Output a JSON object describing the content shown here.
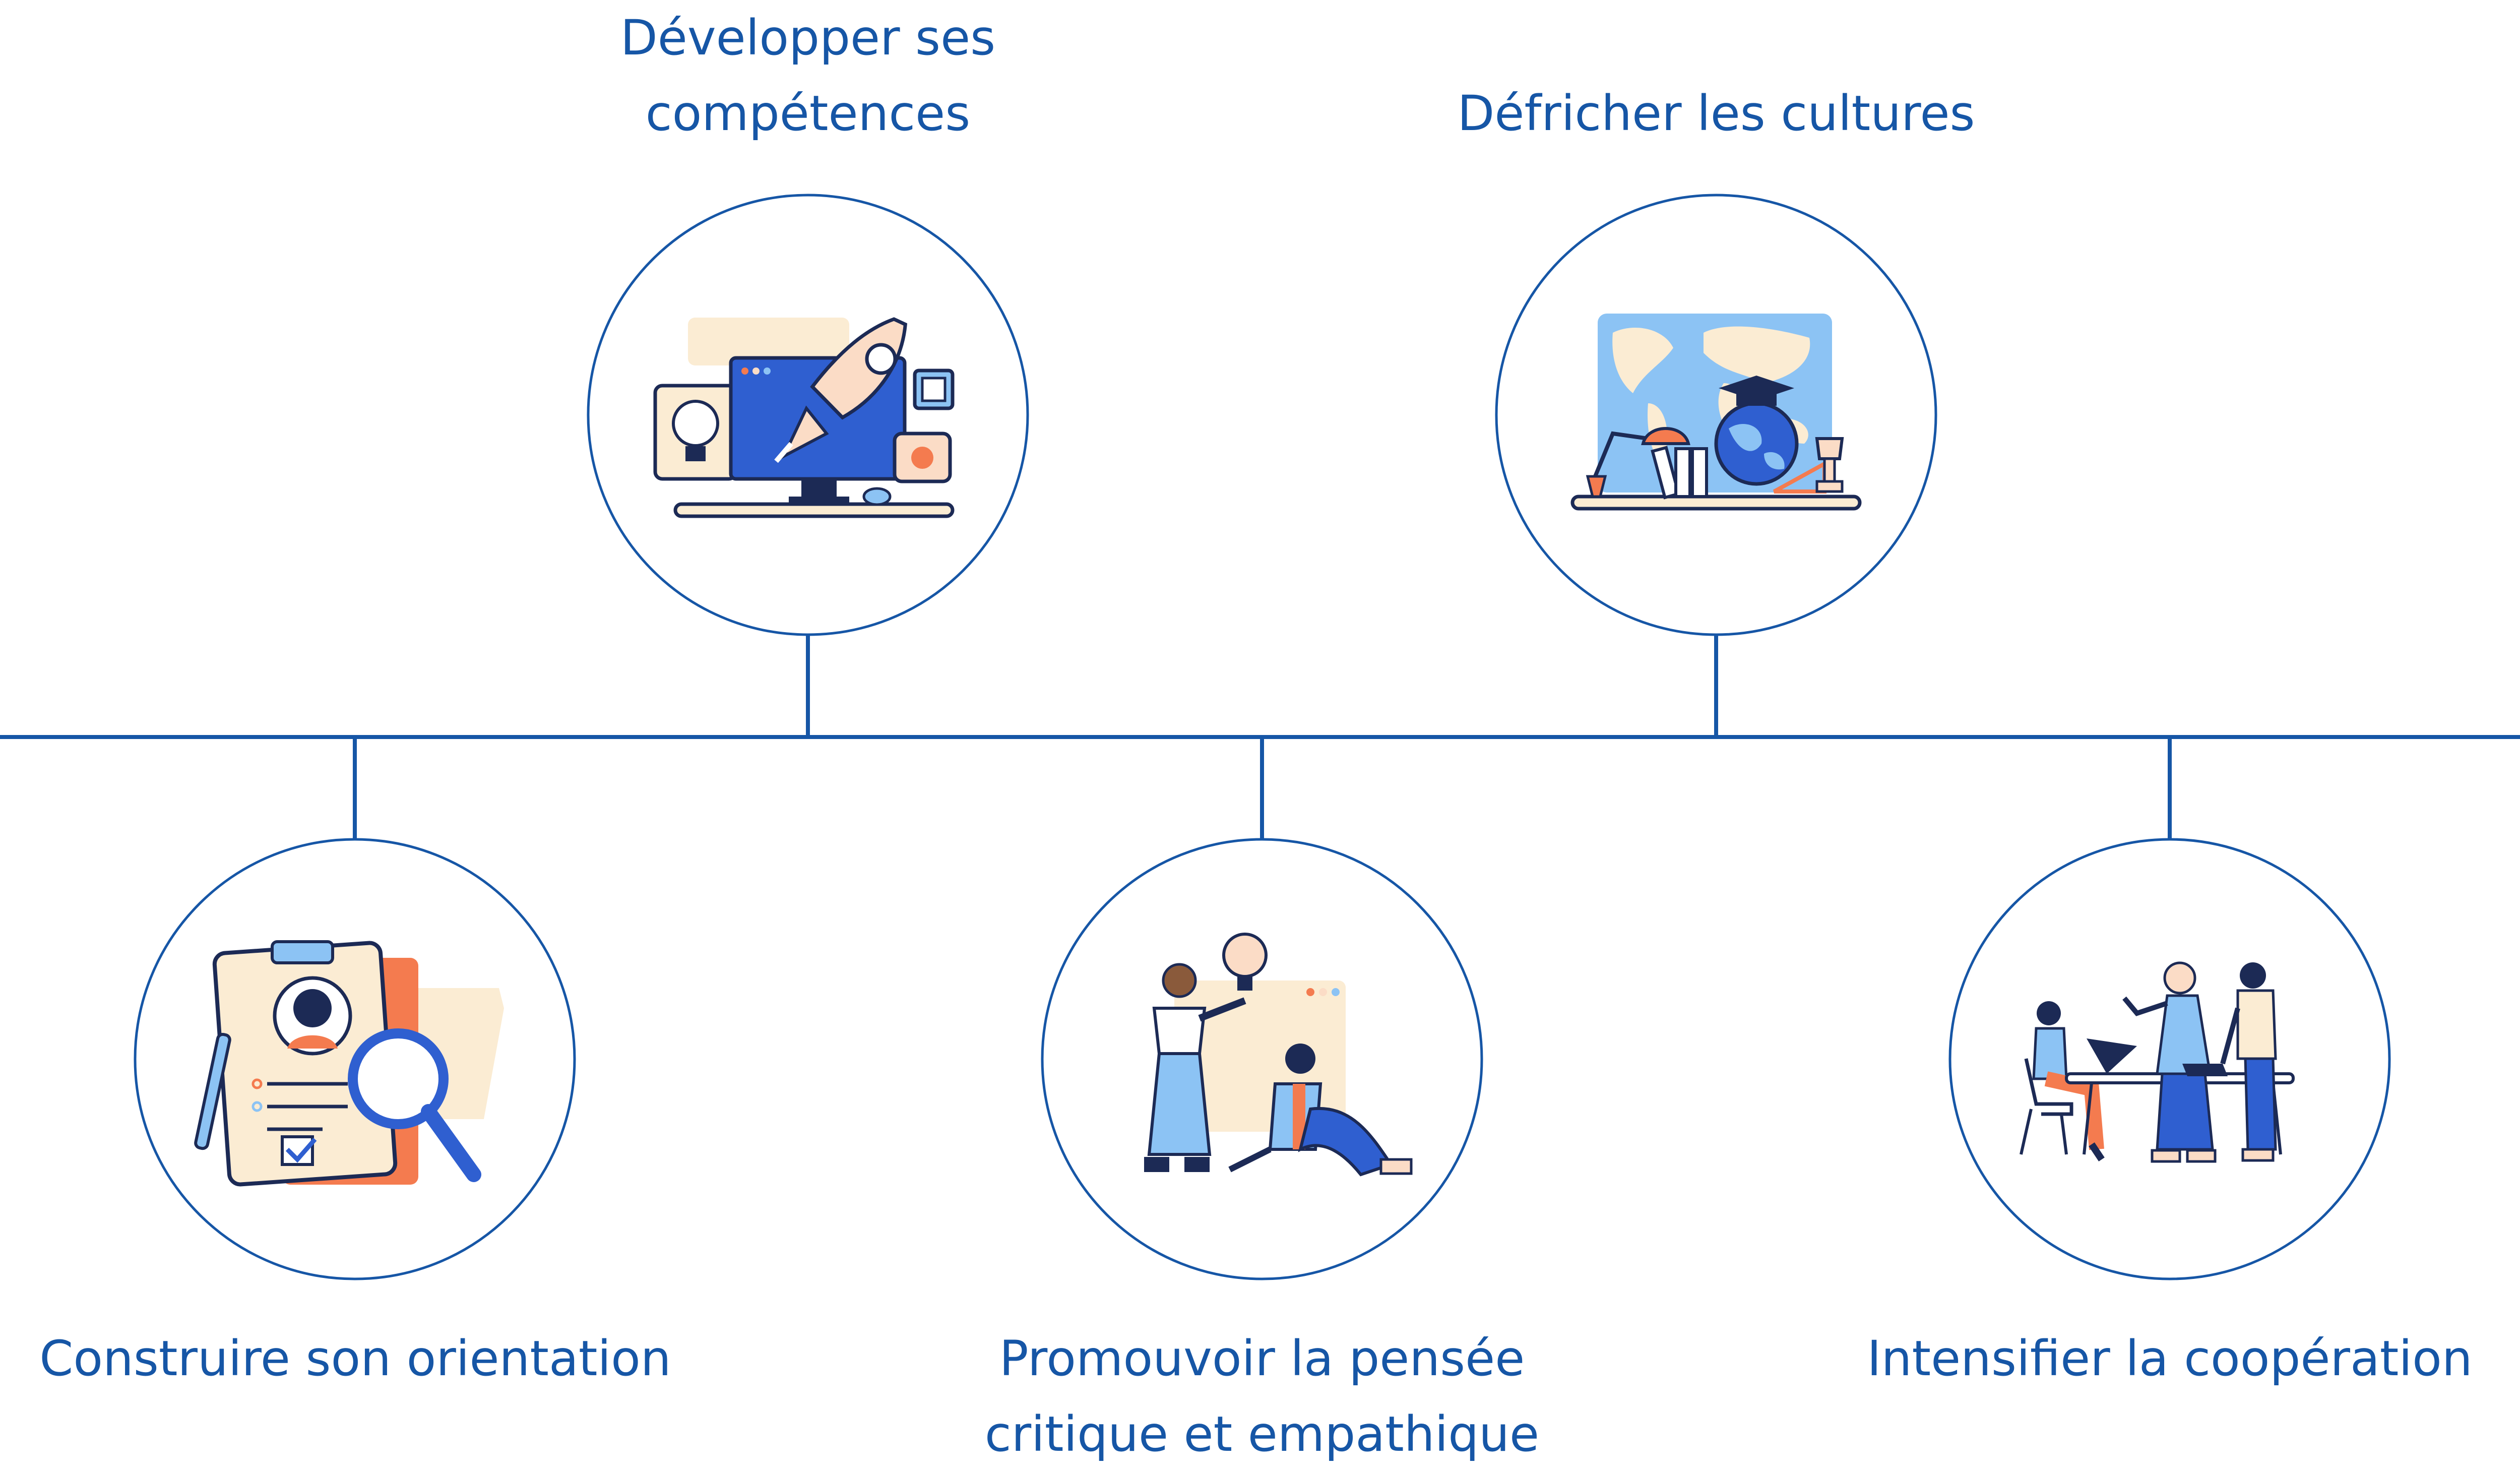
{
  "colors": {
    "primary": "#1656a6",
    "navy": "#1c2a55",
    "orange": "#f47b4f",
    "peach": "#fbdcc6",
    "cream": "#fbecd3",
    "skyblue": "#8cc3f4",
    "blue": "#2f5fd0"
  },
  "nodes": [
    {
      "id": "developper",
      "label": "Développer ses\ncompétences",
      "icon": "rocket-computer-icon"
    },
    {
      "id": "defricher",
      "label": "Défricher les cultures",
      "icon": "world-map-globe-icon"
    },
    {
      "id": "construire",
      "label": "Construire son orientation",
      "icon": "profile-magnifier-icon"
    },
    {
      "id": "promouvoir",
      "label": "Promouvoir la pensée\ncritique et empathique",
      "icon": "people-lightbulb-icon"
    },
    {
      "id": "intensifier",
      "label": "Intensifier la coopération",
      "icon": "team-meeting-icon"
    }
  ]
}
